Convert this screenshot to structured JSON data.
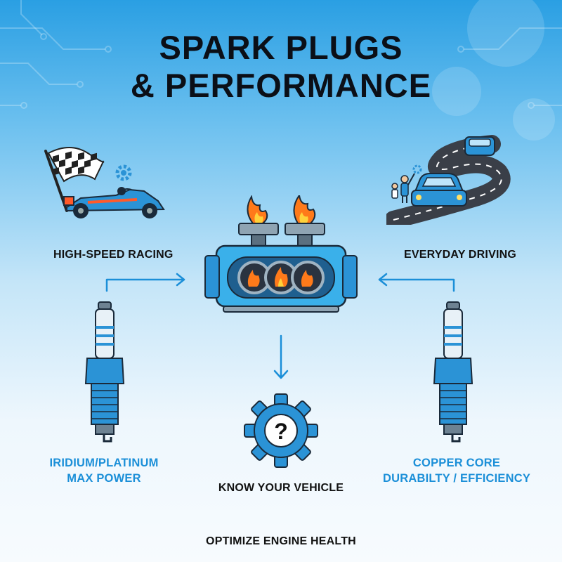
{
  "title": {
    "line1": "SPARK PLUGS",
    "line2": "& PERFORMANCE"
  },
  "left": {
    "scenario": "HIGH-SPEED RACING",
    "plug_line1": "IRIDIUM/PLATINUM",
    "plug_line2": "MAX POWER"
  },
  "right": {
    "scenario": "EVERYDAY DRIVING",
    "plug_line1": "COPPER CORE",
    "plug_line2": "DURABILTY / EFFICIENCY"
  },
  "center": {
    "decision_label": "KNOW YOUR VEHICLE",
    "decision_symbol": "?"
  },
  "footer": "OPTIMIZE ENGINE HEALTH",
  "colors": {
    "accent_blue": "#1b8fd8",
    "flame_orange": "#ff7a1a",
    "flame_yellow": "#ffd23a",
    "engine_blue": "#3ab0ea"
  }
}
